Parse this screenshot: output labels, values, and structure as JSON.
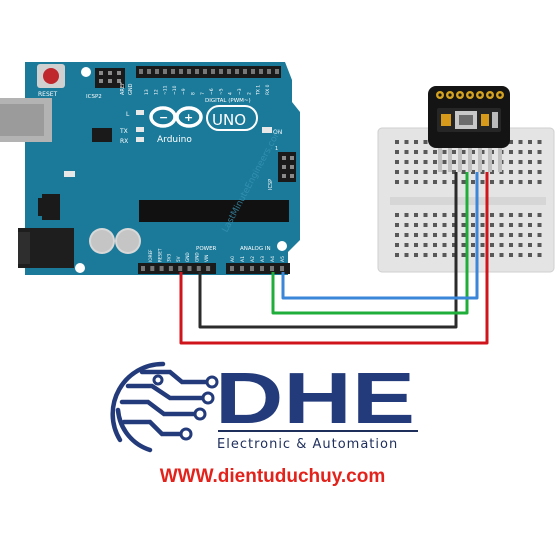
{
  "arduino": {
    "reset_label": "RESET",
    "icsp2_label": "ICSP2",
    "aref_label": "AREF",
    "gnd_label": "GND",
    "digital_label": "DIGITAL (PWM~)",
    "digital_pins": [
      "13",
      "12",
      "~11",
      "~10",
      "~9",
      "8",
      "7",
      "~6",
      "~5",
      "4",
      "~3",
      "2",
      "TX 1",
      "RX 0"
    ],
    "l_label": "L",
    "tx_label": "TX",
    "rx_label": "RX",
    "brand": "Arduino",
    "model": "UNO",
    "on_label": "ON",
    "icsp_label": "ICSP",
    "icsp_one": "1",
    "power_label": "POWER",
    "power_pins": [
      "IOREF",
      "RESET",
      "3V3",
      "5V",
      "GND",
      "GND",
      "VIN"
    ],
    "analog_label": "ANALOG IN",
    "analog_pins": [
      "A0",
      "A1",
      "A2",
      "A3",
      "A4",
      "A5"
    ]
  },
  "watermark": "LastMinuteEngineers.com",
  "logo": {
    "letters": "DHE",
    "tagline": "Electronic & Automation"
  },
  "website": "WWW.dientuduchuy.com",
  "colors": {
    "board": "#1b7a9a",
    "board_dark": "#135f79",
    "wire_red": "#d0141b",
    "wire_black": "#2b2b2b",
    "wire_green": "#1fae3a",
    "wire_blue": "#3a86d8",
    "logo_blue": "#233b7a",
    "website_red": "#e3231b"
  }
}
